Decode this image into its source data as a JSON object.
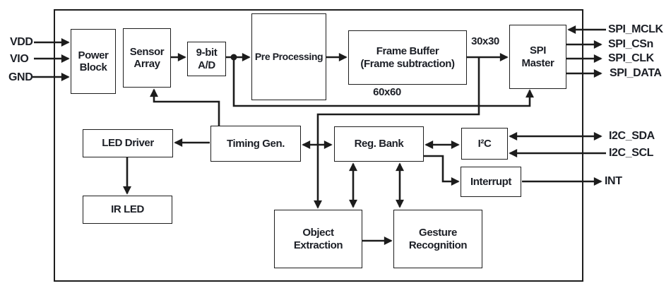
{
  "diagram": {
    "colors": {
      "line": "#1c1c1c",
      "text": "#1c1f26",
      "background": "#ffffff"
    },
    "blocks": {
      "power": {
        "l1": "Power",
        "l2": "Block"
      },
      "sensor": {
        "l1": "Sensor",
        "l2": "Array"
      },
      "adc": {
        "l1": "9-bit",
        "l2": "A/D"
      },
      "preproc": {
        "l1": "Pre Processing"
      },
      "framebuf": {
        "l1": "Frame Buffer",
        "l2": "(Frame subtraction)"
      },
      "spi": {
        "l1": "SPI",
        "l2": "Master"
      },
      "leddriver": {
        "l1": "LED Driver"
      },
      "timing": {
        "l1": "Timing Gen."
      },
      "regbank": {
        "l1": "Reg. Bank"
      },
      "i2c": {
        "l1": "I²C"
      },
      "interrupt": {
        "l1": "Interrupt"
      },
      "irled": {
        "l1": "IR LED"
      },
      "objext": {
        "l1": "Object",
        "l2": "Extraction"
      },
      "gesture": {
        "l1": "Gesture",
        "l2": "Recognition"
      }
    },
    "signals": {
      "left": [
        {
          "label": "VDD"
        },
        {
          "label": "VIO"
        },
        {
          "label": "GND"
        }
      ],
      "right": [
        {
          "label": "SPI_MCLK"
        },
        {
          "label": "SPI_CSn"
        },
        {
          "label": "SPI_CLK"
        },
        {
          "label": "SPI_DATA"
        },
        {
          "label": "I2C_SDA"
        },
        {
          "label": "I2C_SCL"
        },
        {
          "label": "INT"
        }
      ]
    },
    "bus_labels": {
      "b60": "60x60",
      "b30": "30x30"
    }
  }
}
